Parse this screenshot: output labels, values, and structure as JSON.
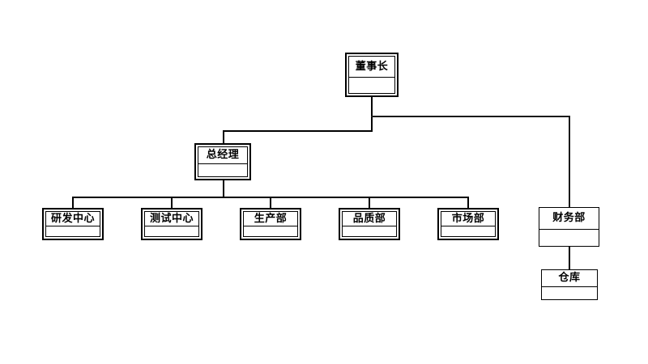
{
  "diagram": {
    "title": "organization-chart",
    "background": "#ffffff",
    "line_color": "#000000"
  },
  "nodes": {
    "chairman": {
      "label": "董事长",
      "style": "framed"
    },
    "general_manager": {
      "label": "总经理",
      "style": "framed"
    },
    "rd_center": {
      "label": "研发中心",
      "style": "framed"
    },
    "test_center": {
      "label": "测试中心",
      "style": "framed"
    },
    "production": {
      "label": "生产部",
      "style": "framed"
    },
    "quality": {
      "label": "品质部",
      "style": "framed"
    },
    "marketing": {
      "label": "市场部",
      "style": "framed"
    },
    "finance": {
      "label": "财务部",
      "style": "plain"
    },
    "warehouse": {
      "label": "仓库",
      "style": "plain"
    }
  },
  "hierarchy": {
    "root": "chairman",
    "edges": [
      {
        "from": "chairman",
        "to": "general_manager"
      },
      {
        "from": "chairman",
        "to": "finance"
      },
      {
        "from": "general_manager",
        "to": "rd_center"
      },
      {
        "from": "general_manager",
        "to": "test_center"
      },
      {
        "from": "general_manager",
        "to": "production"
      },
      {
        "from": "general_manager",
        "to": "quality"
      },
      {
        "from": "general_manager",
        "to": "marketing"
      },
      {
        "from": "finance",
        "to": "warehouse"
      }
    ]
  }
}
